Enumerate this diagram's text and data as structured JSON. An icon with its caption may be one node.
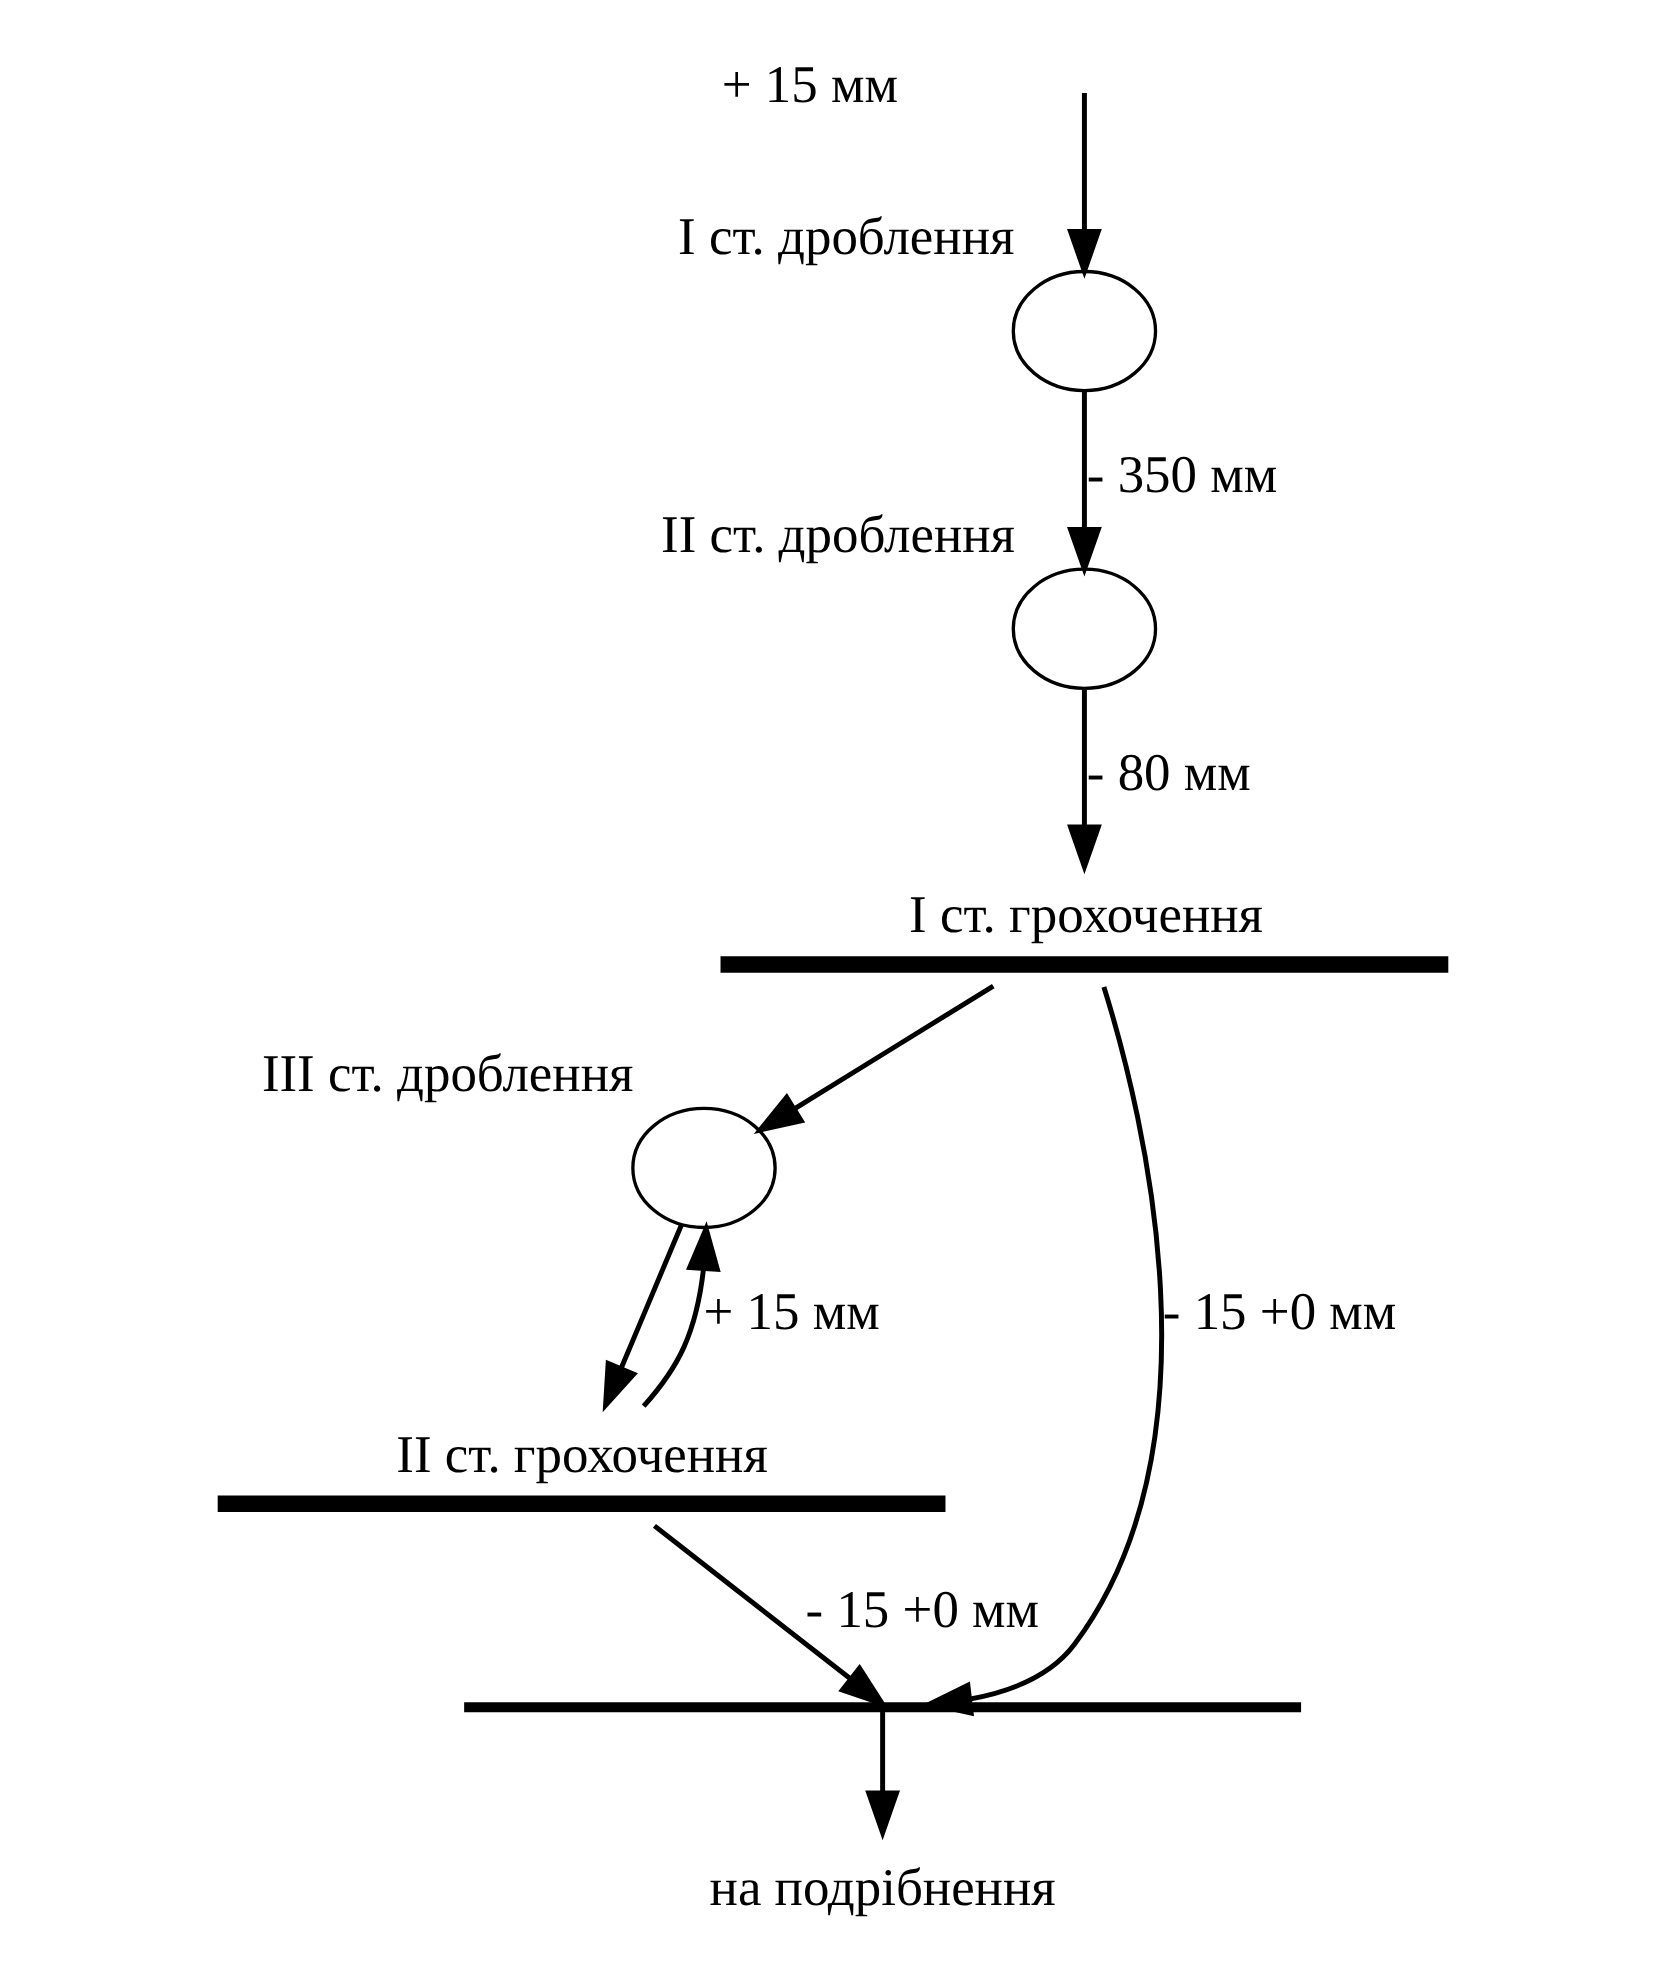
{
  "diagram": {
    "nodes": [
      {
        "text": [],
        "shape": "circle",
        "beside": [
          "I ст. дроблення"
        ]
      },
      {
        "text": [],
        "shape": "circle",
        "beside": [
          "II ст. дроблення"
        ]
      },
      {
        "text": [
          "I ст. грохочення"
        ]
      },
      {
        "text": [],
        "shape": "circle",
        "beside": [
          "III ст. дроблення"
        ]
      },
      {
        "text": [
          "II ст. грохочення"
        ]
      },
      {
        "text": [],
        "shape": "bar"
      },
      {
        "text": [
          "на подрібнення"
        ]
      }
    ],
    "edges": [
      {
        "from": null,
        "to": 0,
        "arrow": "to"
      },
      {
        "from": 0,
        "to": 1,
        "arrow": "to",
        "label": "- 350 мм"
      },
      {
        "from": 1,
        "to": 2,
        "arrow": "to",
        "label": "- 80 мм"
      },
      {
        "from": 2,
        "to": 3,
        "arrow": "to"
      },
      {
        "from": 2,
        "to": 5,
        "arrow": "to",
        "label": "- 15 +0 мм"
      },
      {
        "from": 3,
        "to": 4,
        "arrow": "to"
      },
      {
        "from": 4,
        "to": 5,
        "arrow": "to",
        "label": "- 15 +0 мм"
      },
      {
        "from": 4,
        "to": 3,
        "arrow": "to",
        "label": "+ 15 мм"
      },
      {
        "from": 5,
        "to": 6,
        "arrow": "to"
      }
    ],
    "labels": [
      "+ 15 мм"
    ]
  }
}
